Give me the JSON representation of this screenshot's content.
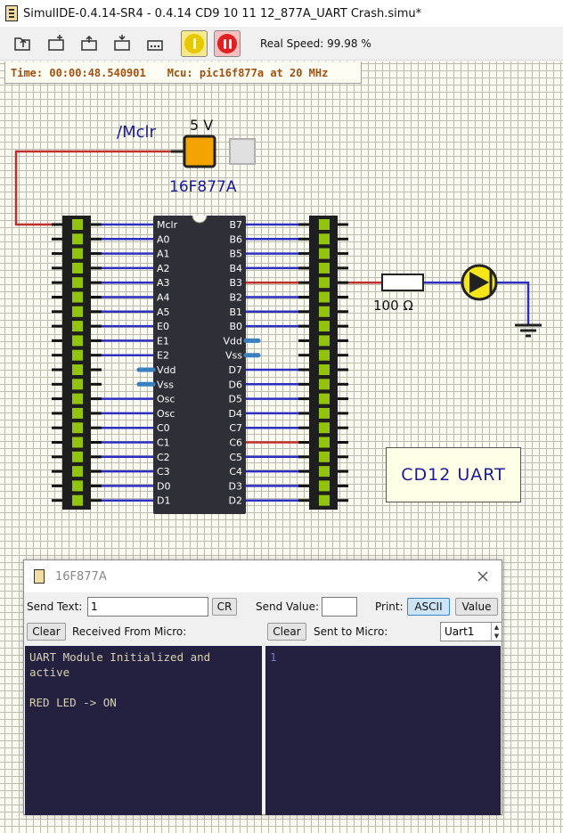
{
  "window": {
    "title": "SimulIDE-0.4.14-SR4  -  0.4.14 CD9 10 11 12_877A_UART Crash.simu*"
  },
  "toolbar": {
    "speed_label": "Real Speed: 99.98 %"
  },
  "status": {
    "time": "Time: 00:00:48.540901",
    "mcu": "Mcu: pic16f877a at 20 MHz"
  },
  "schematic": {
    "mclr_label": "/Mclr",
    "supply_label": "5 V",
    "chip_label": "16F877A",
    "left_pins": [
      "Mclr",
      "A0",
      "A1",
      "A2",
      "A3",
      "A4",
      "A5",
      "E0",
      "E1",
      "E2",
      "Vdd",
      "Vss",
      "Osc",
      "Osc",
      "C0",
      "C1",
      "C2",
      "C3",
      "D0",
      "D1"
    ],
    "right_pins": [
      "B7",
      "B6",
      "B5",
      "B4",
      "B3",
      "B2",
      "B1",
      "B0",
      "Vdd",
      "Vss",
      "D7",
      "D6",
      "D5",
      "D4",
      "C7",
      "C6",
      "C5",
      "C4",
      "D3",
      "D2"
    ],
    "resistor_label": "100 Ω",
    "uart_box_label": "CD12  UART"
  },
  "uart_window": {
    "title": "16F877A",
    "send_text_label": "Send Text:",
    "send_text_value": "1",
    "cr_label": "CR",
    "send_value_label": "Send Value:",
    "send_value_value": "",
    "print_label": "Print:",
    "ascii_label": "ASCII",
    "value_label": "Value",
    "clear_rx_label": "Clear",
    "received_label": "Received From Micro:",
    "clear_tx_label": "Clear",
    "sent_label": "Sent to Micro:",
    "uart_select": "Uart1",
    "received_text": "UART Module Initialized and\nactive\n\nRED LED -> ON",
    "sent_text": "1"
  },
  "colors": {
    "wire_red": "#c0302a",
    "wire_blue": "#2c2fbf",
    "pin_green": "#93c40d",
    "chip_body": "#2f2f38",
    "led_yellow": "#f5e61a",
    "supply_orange": "#f5a300"
  }
}
